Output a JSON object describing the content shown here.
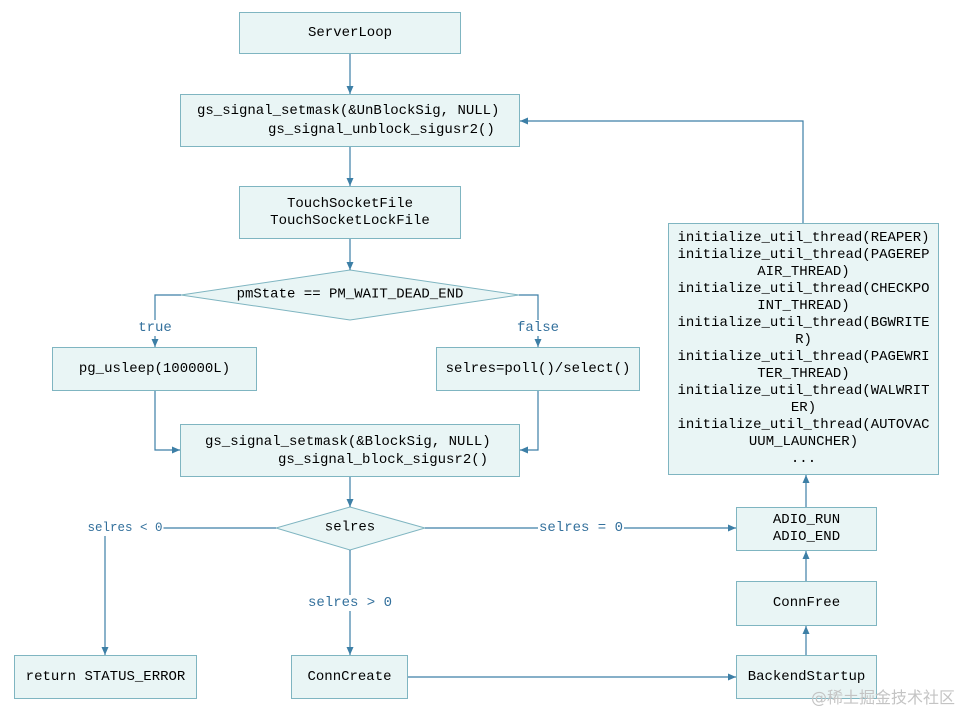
{
  "nodes": {
    "server_loop": "ServerLoop",
    "unblock": [
      "gs_signal_setmask(&UnBlockSig, NULL)",
      "gs_signal_unblock_sigusr2()"
    ],
    "touch": [
      "TouchSocketFile",
      "TouchSocketLockFile"
    ],
    "pm_state_decision": "pmState == PM_WAIT_DEAD_END",
    "sleep": "pg_usleep(100000L)",
    "poll": "selres=poll()/select()",
    "block": [
      "gs_signal_setmask(&BlockSig, NULL)",
      "gs_signal_block_sigusr2()"
    ],
    "selres_decision": "selres",
    "return_error": "return STATUS_ERROR",
    "conn_create": "ConnCreate",
    "backend_startup": "BackendStartup",
    "conn_free": "ConnFree",
    "adio": [
      "ADIO_RUN",
      "ADIO_END"
    ],
    "init_threads": [
      "initialize_util_thread(REAPER)",
      "initialize_util_thread(PAGEREP",
      "AIR_THREAD)",
      "initialize_util_thread(CHECKPO",
      "INT_THREAD)",
      "initialize_util_thread(BGWRITE",
      "R)",
      "initialize_util_thread(PAGEWRI",
      "TER_THREAD)",
      "initialize_util_thread(WALWRIT",
      "ER)",
      "initialize_util_thread(AUTOVAC",
      "UUM_LAUNCHER)",
      "..."
    ]
  },
  "edge_labels": {
    "true": "true",
    "false": "false",
    "selres_lt_0": "selres < 0",
    "selres_eq_0": "selres = 0",
    "selres_gt_0": "selres > 0"
  },
  "colors": {
    "node_fill": "#e9f5f5",
    "node_border": "#7fb5c1",
    "edge": "#3d7fa6",
    "edge_label": "#33709c"
  },
  "watermark": "@稀土掘金技术社区"
}
